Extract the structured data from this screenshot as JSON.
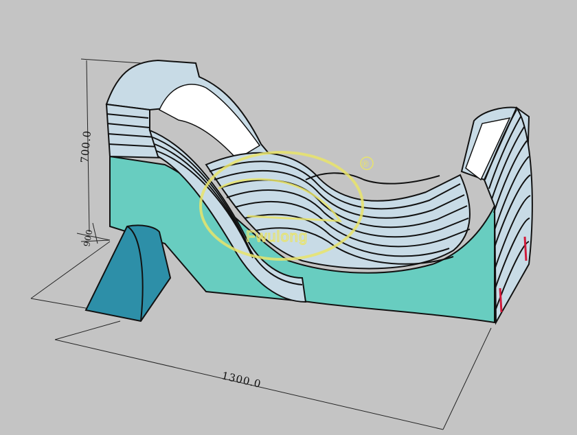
{
  "dimensions": {
    "height_label": "700.0",
    "depth_label": "900",
    "length_label": "1300.0"
  },
  "watermark": {
    "brand": "Fwulong",
    "registered_mark": "®"
  },
  "colors": {
    "background": "#c4c4c4",
    "side_wall": "#68cdc0",
    "lane": "#c8dbe6",
    "step_block": "#2d8fa8",
    "sliding_surface": "#ffffff",
    "anchor_marks": "#d01a3a",
    "watermark": "#e9e46a",
    "outline": "#111111"
  }
}
